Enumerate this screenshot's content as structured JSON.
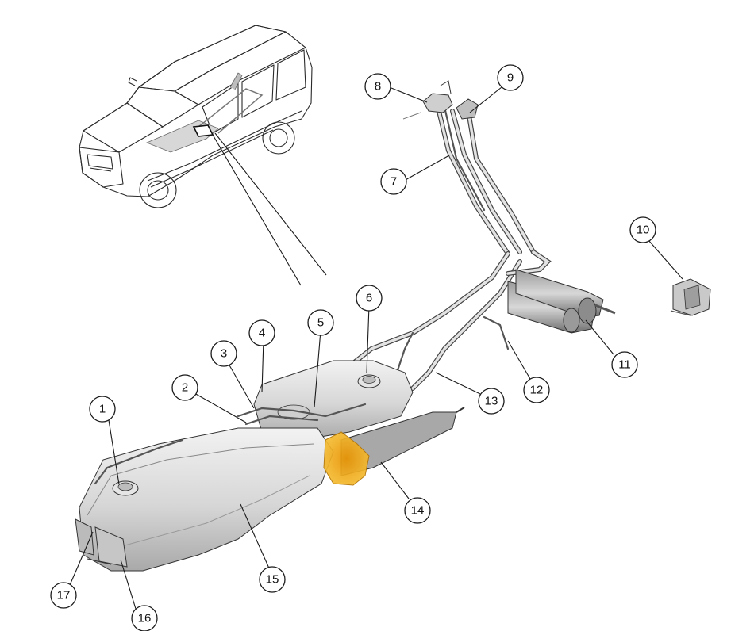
{
  "diagram": {
    "callouts": [
      {
        "id": "1",
        "label": "1"
      },
      {
        "id": "2",
        "label": "2"
      },
      {
        "id": "3",
        "label": "3"
      },
      {
        "id": "4",
        "label": "4"
      },
      {
        "id": "5",
        "label": "5"
      },
      {
        "id": "6",
        "label": "6"
      },
      {
        "id": "7",
        "label": "7"
      },
      {
        "id": "8",
        "label": "8"
      },
      {
        "id": "9",
        "label": "9"
      },
      {
        "id": "10",
        "label": "10"
      },
      {
        "id": "11",
        "label": "11"
      },
      {
        "id": "12",
        "label": "12"
      },
      {
        "id": "13",
        "label": "13"
      },
      {
        "id": "14",
        "label": "14"
      },
      {
        "id": "15",
        "label": "15"
      },
      {
        "id": "16",
        "label": "16"
      },
      {
        "id": "17",
        "label": "17"
      }
    ],
    "colors": {
      "line": "#2a2a2a",
      "tank_fill": "#d9d9d9",
      "highlight": "#f0a800",
      "background": "#ffffff"
    }
  }
}
